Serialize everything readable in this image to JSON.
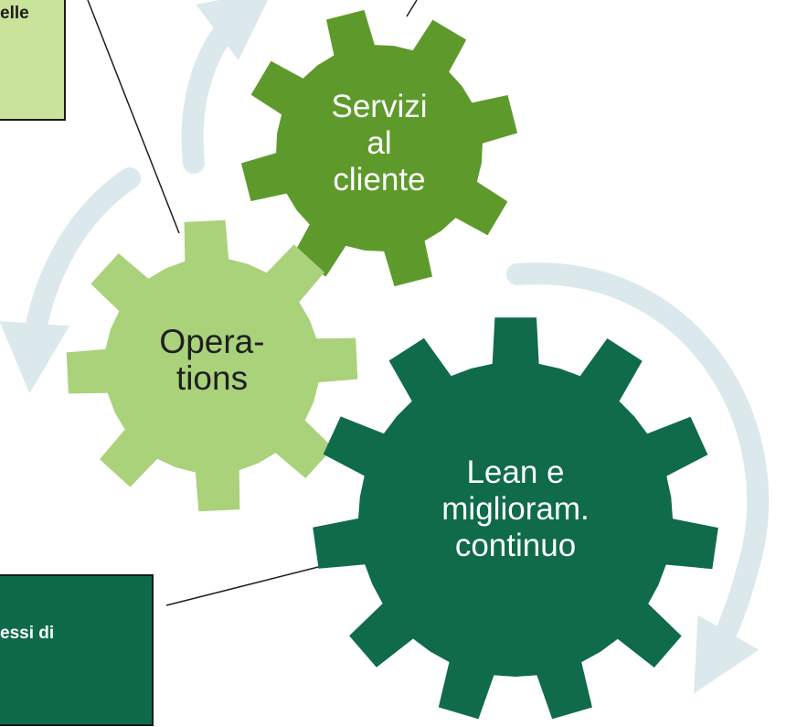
{
  "diagram": {
    "top_left_box": {
      "fragment": "elle",
      "fill": "#c9e39a"
    },
    "bottom_left_box": {
      "fragment": "essi di",
      "fill": "#0e6b4a"
    },
    "gears": [
      {
        "id": "servizi",
        "lines": [
          "Servizi",
          "al",
          "cliente"
        ],
        "fill": "#5e9a2b",
        "text_color": "#ffffff"
      },
      {
        "id": "operations",
        "lines": [
          "Opera-",
          "tions"
        ],
        "fill": "#a9d27a",
        "text_color": "#1f1f1f"
      },
      {
        "id": "lean",
        "lines": [
          "Lean e",
          "miglioram.",
          "continuo"
        ],
        "fill": "#0f6b4a",
        "text_color": "#ffffff"
      }
    ],
    "arrow_color": "#dbe9ec",
    "connector_color": "#1f1f1f"
  }
}
